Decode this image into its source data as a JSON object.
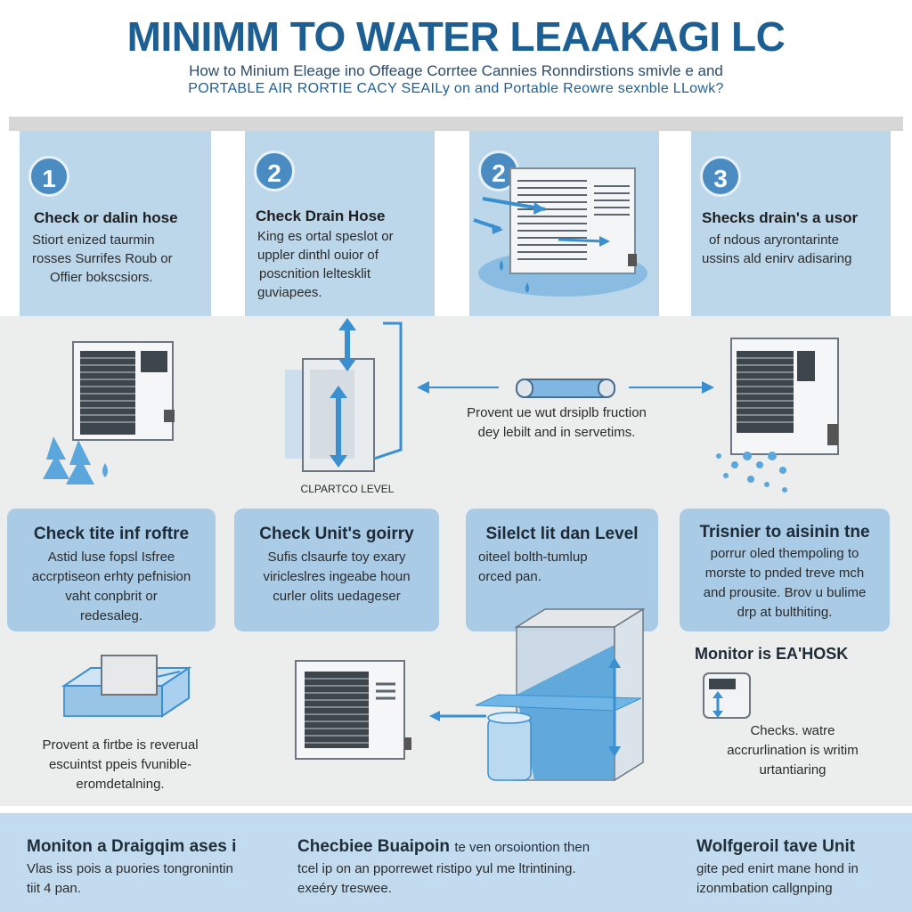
{
  "header": {
    "title": "MINIMM TO WATER LEAAKAGI LC",
    "subtitle_line1": "How to Minium Eleage ino Offeage Corrtee Cannies Ronndirstions smivle e and",
    "subtitle_line2": "PORTABLE AIR RORTIE CACY SEAILy on and Portable Reowre sexnble LLowk?"
  },
  "steps": [
    {
      "number": "1",
      "heading": "Check or dalin hose",
      "body": [
        "Stiort enized taurmin",
        "rosses Surrifes Roub or",
        "Offier bokscsiors."
      ]
    },
    {
      "number": "2",
      "heading": "Check Drain Hose",
      "body": [
        "King es ortal speslot or",
        "uppler dinthl ouior of",
        "poscnition leltesklit",
        "guviapees."
      ]
    },
    {
      "number": "2"
    },
    {
      "number": "3",
      "heading": "Shecks drain's a usor",
      "body": [
        "of ndous aryrontarinte",
        "ussins ald enirv adisaring"
      ]
    }
  ],
  "middle": {
    "hose_caption": [
      "Provent ue wut drsiplb fruction",
      "dey lebilt and in servetims."
    ],
    "level_caption": "CLPARTCO LEVEL"
  },
  "cards": [
    {
      "title": "Check tite inf roftre",
      "body": [
        "Astid luse fopsl Isfree",
        "accrptiseon erhty pefnision",
        "vaht conpbrit or",
        "redesaleg."
      ]
    },
    {
      "title": "Check Unit's goirry",
      "body": [
        "Sufis clsaurfe toy exary",
        "viricleslres ingeabe houn",
        "curler olits uedageser"
      ]
    },
    {
      "title": "Silelct lit dan Level",
      "body": [
        "oiteel bolth-tumlup",
        "orced pan."
      ]
    },
    {
      "title": "Trisnier to aisinin tne",
      "body": [
        "porrur oled thempoling to",
        "morste to pnded treve mch",
        "and prousite. Brov u bulime",
        "drp at bulthiting."
      ]
    }
  ],
  "lower": {
    "tray_caption": [
      "Provent a firtbe is reverual",
      "escuintst ppeis fvunible-",
      "eromdetalning."
    ],
    "monitor_heading": "Monitor is EA'HOSK",
    "monitor_body": [
      "Checks. watre",
      "accrurlination is writim",
      "urtantiaring"
    ]
  },
  "bottom": [
    {
      "heading": "Moniton a Draigqim ases i",
      "body": [
        "Vlas iss pois a puories tongronintin",
        "tiit 4 pan."
      ]
    },
    {
      "heading": "Checbiee Buaipoin",
      "heading_tail": "te ven orsoiontion then",
      "body": [
        "tcel ip on an pporrewet ristipo yul me ltrintining.",
        "exeéry treswee."
      ]
    },
    {
      "heading": "Wolfgeroil tave Unit",
      "body": [
        "gite ped enirt mane hond in",
        "izonmbation callgnping"
      ]
    }
  ],
  "colors": {
    "title_blue": "#1d5f93",
    "panel_blue": "#bcd6ea",
    "card_blue": "#a9cbe6",
    "accent_blue": "#3a8fd0",
    "water_blue": "#5aa6dd"
  }
}
